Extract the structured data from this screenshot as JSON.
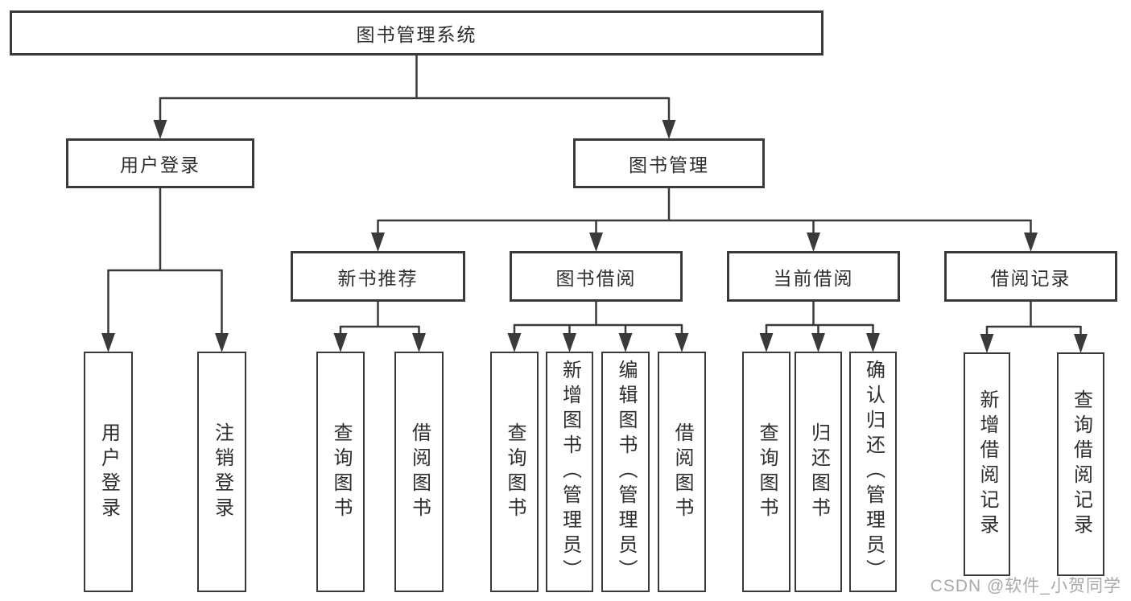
{
  "tree": {
    "root": {
      "label": "图书管理系统",
      "children": [
        {
          "label": "用户登录",
          "children": [
            {
              "label": "用户登录"
            },
            {
              "label": "注销登录"
            }
          ]
        },
        {
          "label": "图书管理",
          "children": [
            {
              "label": "新书推荐",
              "children": [
                {
                  "label": "查询图书"
                },
                {
                  "label": "借阅图书"
                }
              ]
            },
            {
              "label": "图书借阅",
              "children": [
                {
                  "label": "查询图书"
                },
                {
                  "label": "新增图书（管理员）"
                },
                {
                  "label": "编辑图书（管理员）"
                },
                {
                  "label": "借阅图书"
                }
              ]
            },
            {
              "label": "当前借阅",
              "children": [
                {
                  "label": "查询图书"
                },
                {
                  "label": "归还图书"
                },
                {
                  "label": "确认归还（管理员）"
                }
              ]
            },
            {
              "label": "借阅记录",
              "children": [
                {
                  "label": "新增借阅记录"
                },
                {
                  "label": "查询借阅记录"
                }
              ]
            }
          ]
        }
      ]
    }
  },
  "watermark": {
    "text": "CSDN @软件_小贺同学"
  },
  "colors": {
    "line": "#3a3a3a",
    "box_border": "#3a3a3a",
    "box_fill": "#ffffff",
    "label_text": "#2e2e2e",
    "watermark_text": "#a9a9a9",
    "background": "#ffffff"
  }
}
